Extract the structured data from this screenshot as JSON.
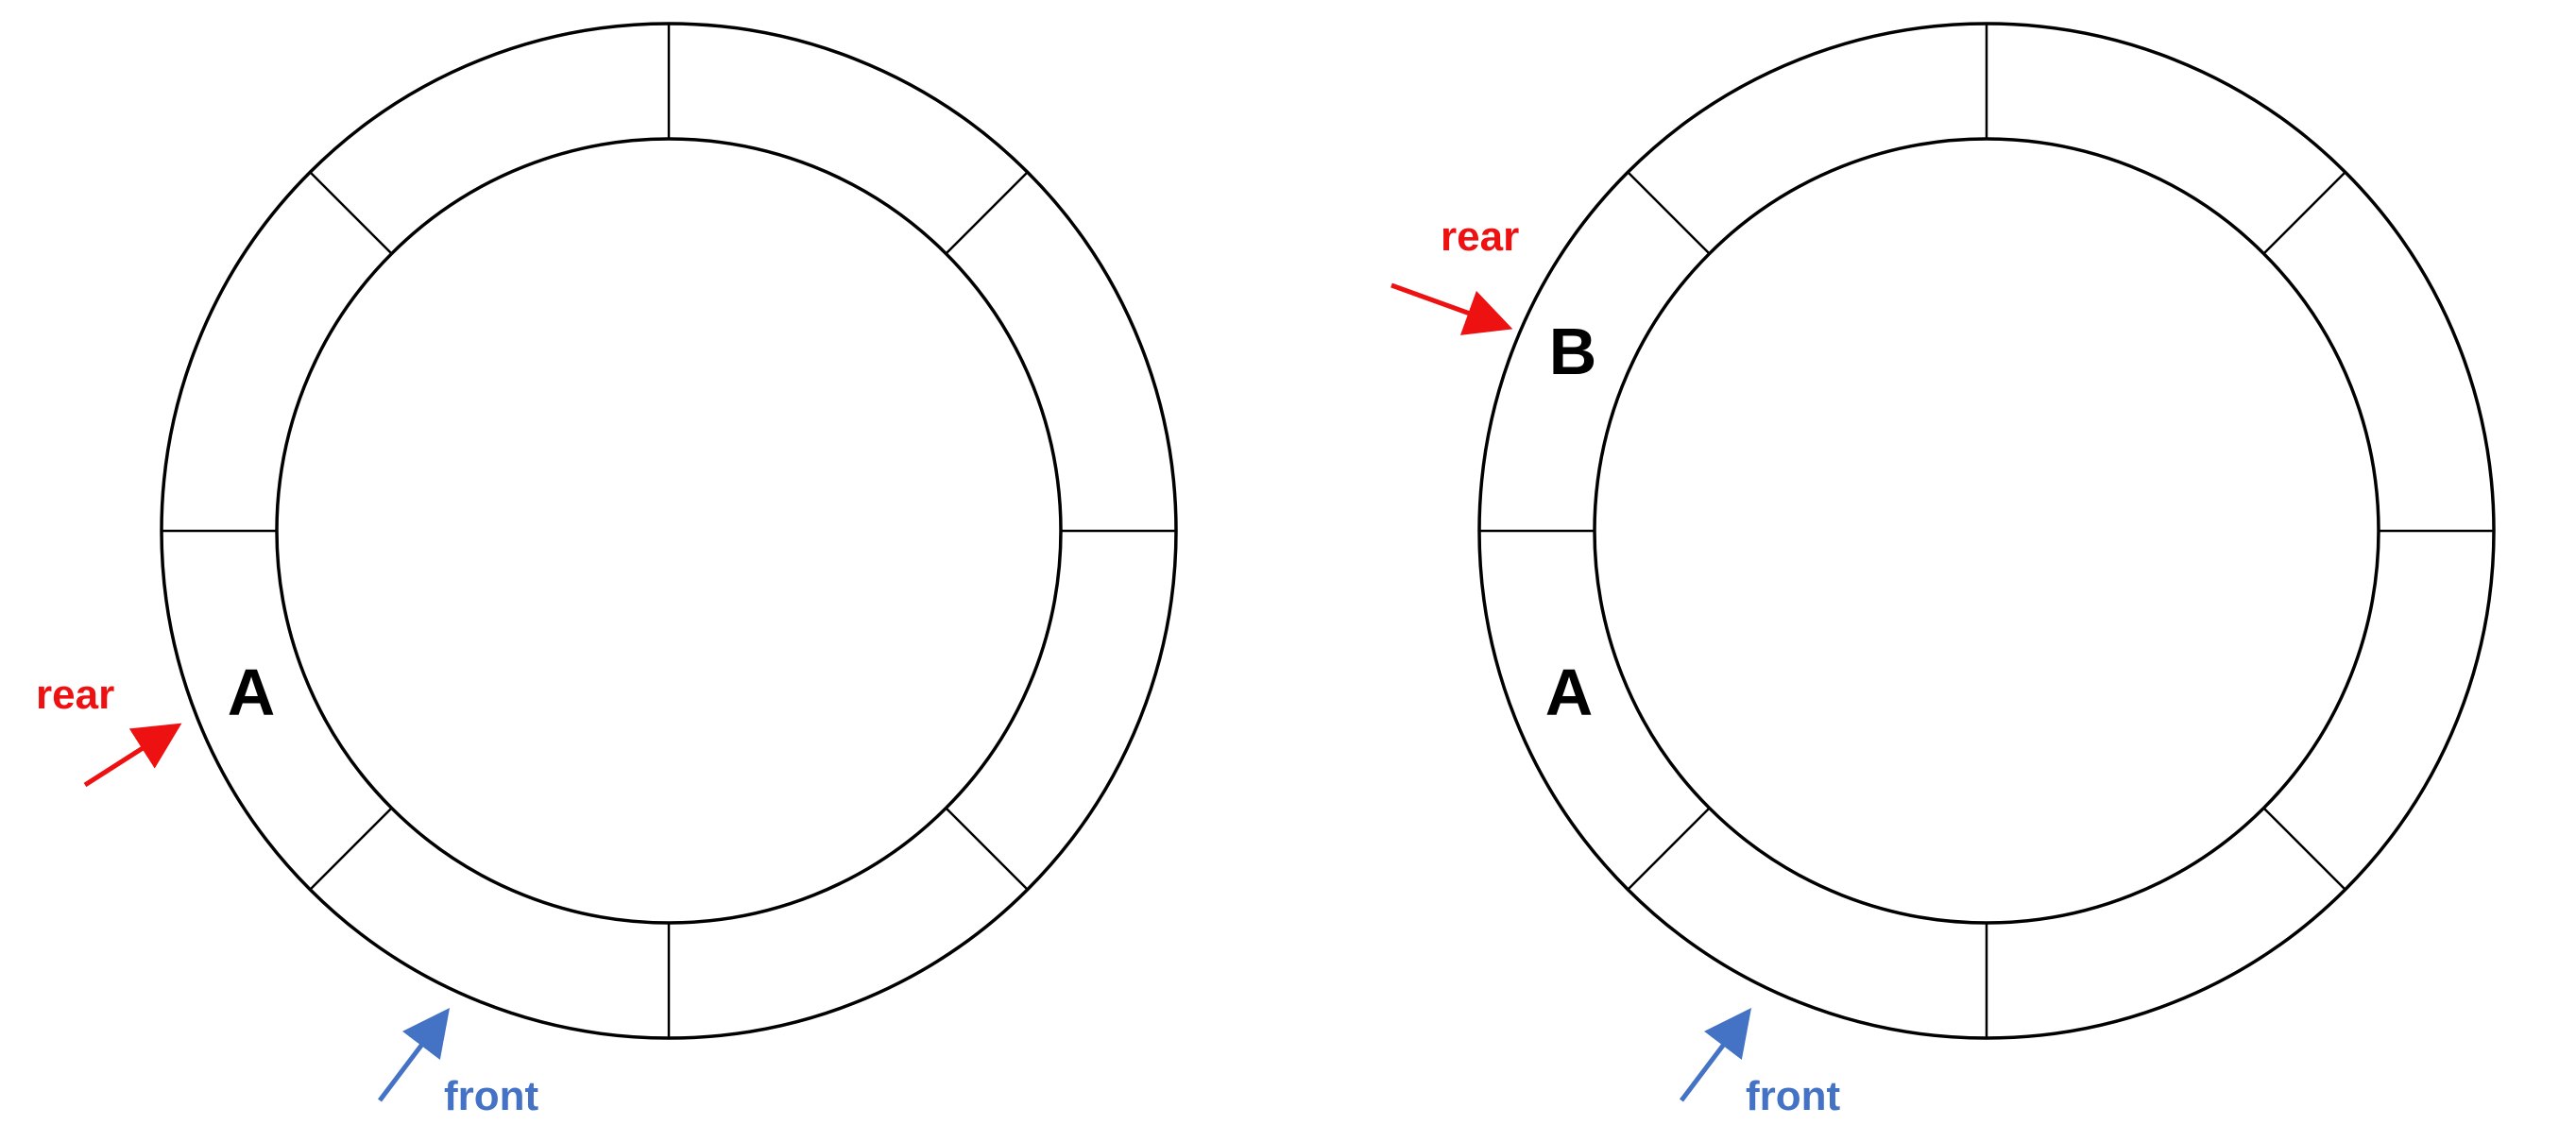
{
  "colors": {
    "rear": "#ee1111",
    "front": "#4472c4",
    "stroke": "#000000"
  },
  "queues": [
    {
      "slots": [
        "",
        "",
        "A",
        "",
        "",
        "",
        "",
        ""
      ],
      "pointers": {
        "rear": {
          "label": "rear"
        },
        "front": {
          "label": "front"
        }
      }
    },
    {
      "slots": [
        "",
        "B",
        "A",
        "",
        "",
        "",
        "",
        ""
      ],
      "pointers": {
        "rear": {
          "label": "rear"
        },
        "front": {
          "label": "front"
        }
      }
    }
  ]
}
